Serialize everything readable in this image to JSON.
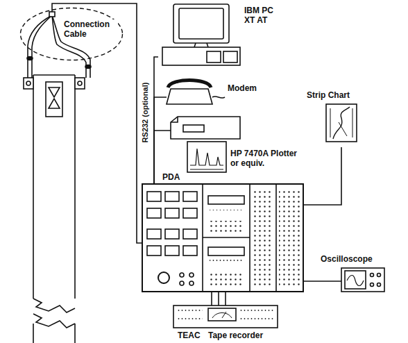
{
  "diagram": {
    "nodes": [
      {
        "text": [
          "Connection Cable"
        ]
      },
      {
        "text": [
          "IBM PC XT AT"
        ]
      },
      {
        "text": [
          "Modem"
        ]
      },
      {
        "text": [
          "HP 7470A Plotter or equiv."
        ]
      },
      {
        "text": [
          "Strip Chart"
        ]
      },
      {
        "text": [
          "PDA"
        ]
      },
      {
        "text": [
          "Oscilloscope"
        ]
      },
      {
        "text": [
          "TEAC",
          "Tape recorder"
        ]
      }
    ],
    "edges": [
      {
        "from": 0,
        "to": 5,
        "arrow": "none"
      },
      {
        "from": 1,
        "to": 5,
        "arrow": "none"
      },
      {
        "from": 2,
        "to": 5,
        "arrow": "none"
      },
      {
        "from": 3,
        "to": 5,
        "arrow": "none"
      },
      {
        "from": 4,
        "to": 5,
        "arrow": "none"
      },
      {
        "from": 6,
        "to": 5,
        "arrow": "none"
      },
      {
        "from": 7,
        "to": 5,
        "arrow": "none"
      },
      {
        "from": 7,
        "to": 5,
        "arrow": "none"
      },
      {
        "from": 7,
        "to": 5,
        "arrow": "none"
      }
    ],
    "labels": [
      "RS232 (optional)"
    ]
  }
}
